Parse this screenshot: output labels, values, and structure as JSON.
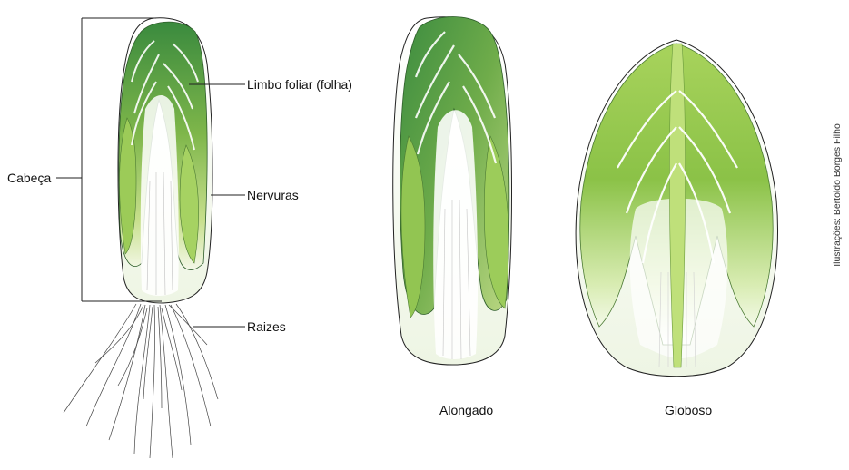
{
  "labels": {
    "cabeca": "Cabeça",
    "limbo": "Limbo foliar (folha)",
    "nervuras": "Nervuras",
    "raizes": "Raizes",
    "alongado": "Alongado",
    "globoso": "Globoso"
  },
  "credit": "Ilustrações: Bertoldo Borges Filho",
  "colors": {
    "dark_green": "#3f8a3c",
    "mid_green": "#7fb845",
    "light_green": "#c9e08a",
    "outline": "#222222"
  }
}
